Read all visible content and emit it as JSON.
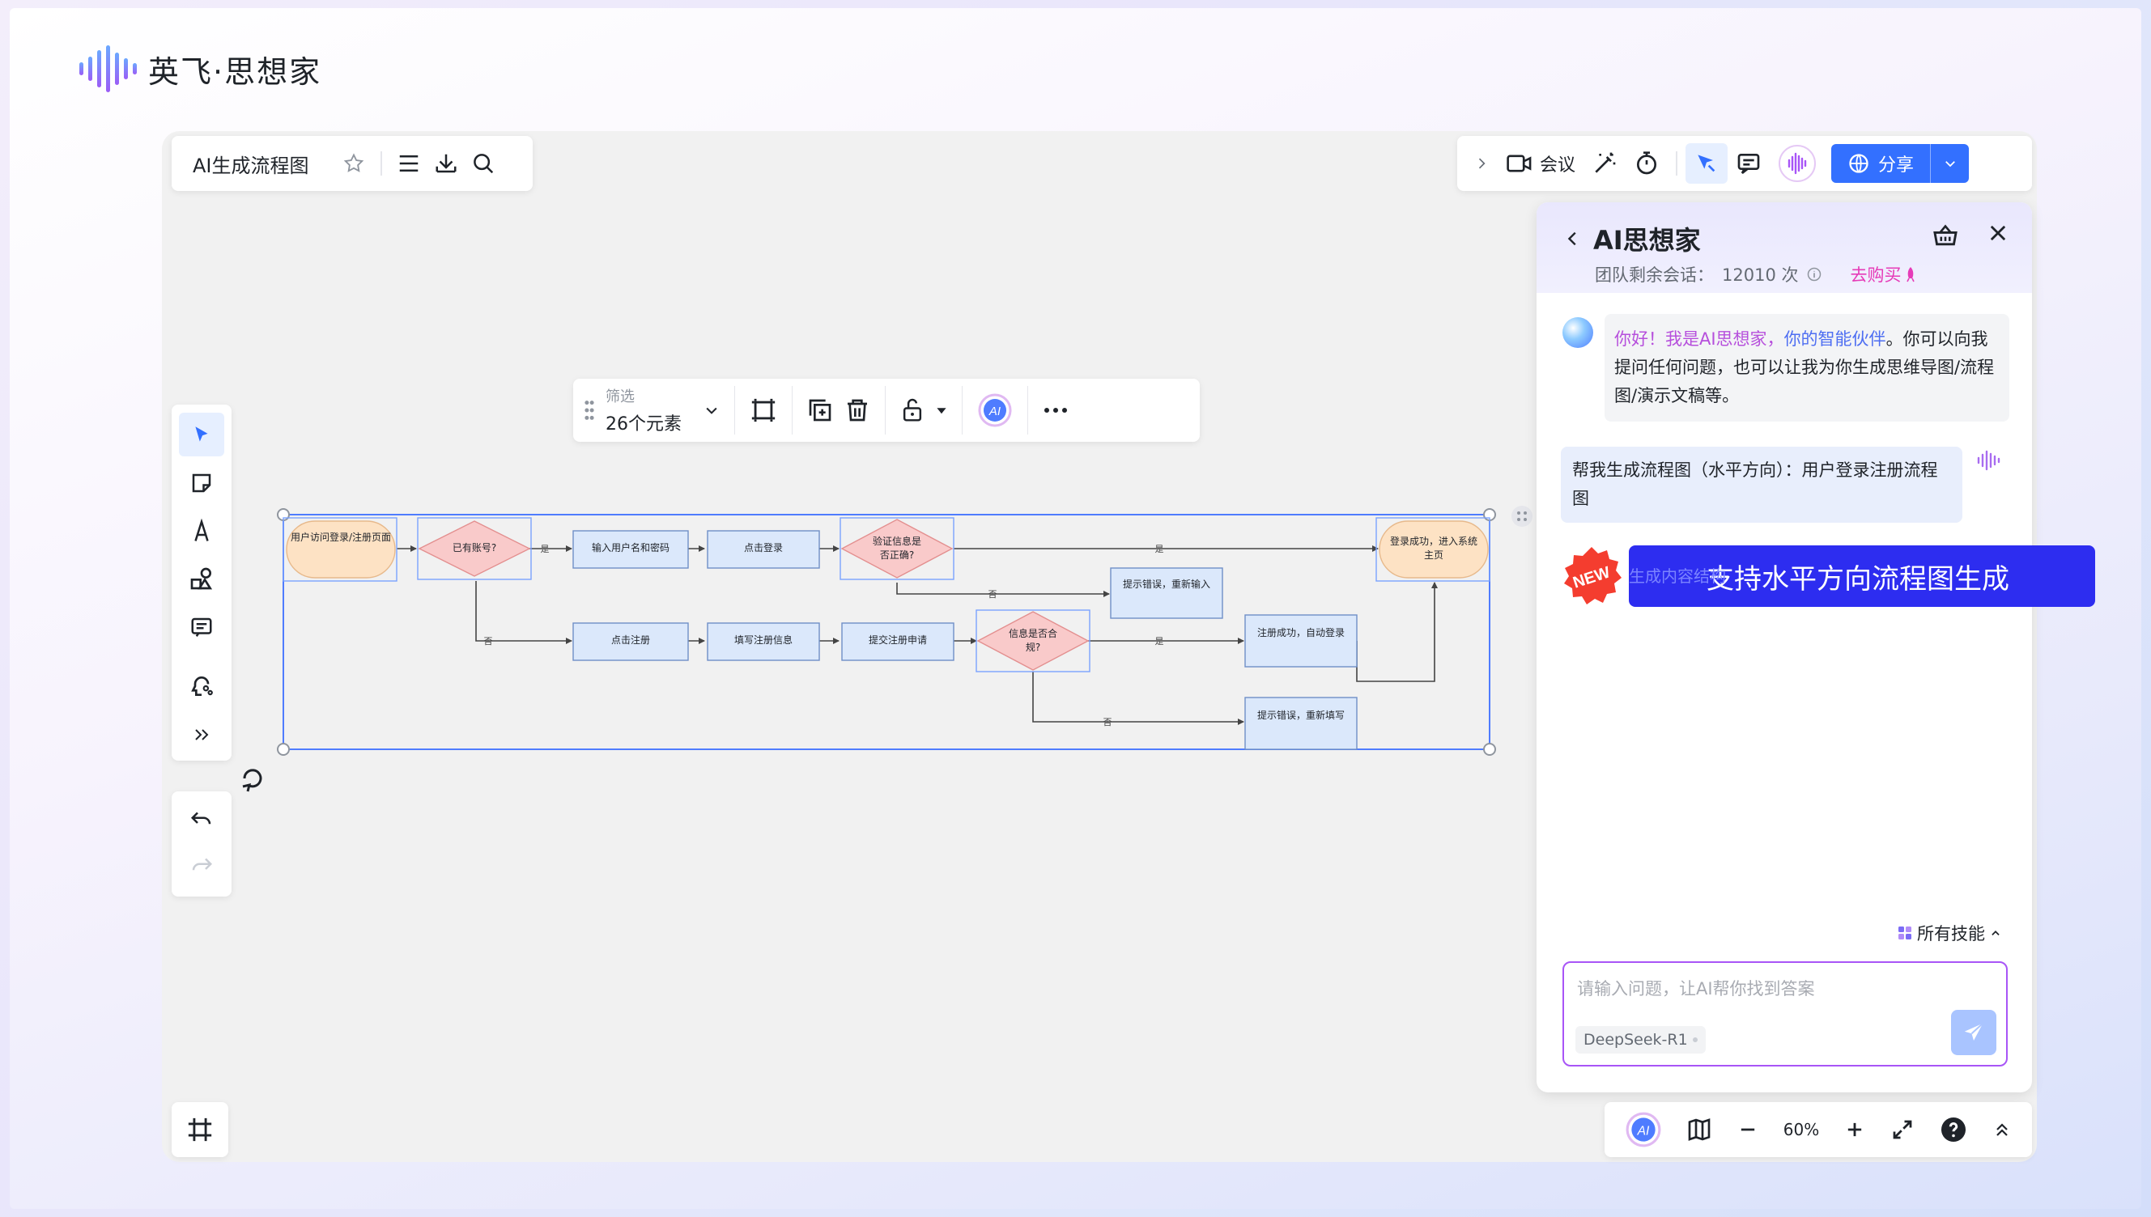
{
  "brand": {
    "name": "英飞·思想家"
  },
  "doc_toolbar": {
    "title": "AI生成流程图"
  },
  "right_toolbar": {
    "meeting": "会议",
    "share": "分享"
  },
  "selection_toolbar": {
    "filter_label": "筛选",
    "filter_value": "26个元素"
  },
  "flowchart": {
    "nodes": [
      {
        "id": "start",
        "text": "用户访问登录/注册页面"
      },
      {
        "id": "has_account",
        "text": "已有账号?"
      },
      {
        "id": "input_credentials",
        "text": "输入用户名和密码"
      },
      {
        "id": "click_login",
        "text": "点击登录"
      },
      {
        "id": "verify",
        "text": "验证信息是否正确?"
      },
      {
        "id": "login_success",
        "text": "登录成功，进入系统主页"
      },
      {
        "id": "error_reenter",
        "text": "提示错误，重新输入"
      },
      {
        "id": "click_register",
        "text": "点击注册"
      },
      {
        "id": "fill_register",
        "text": "填写注册信息"
      },
      {
        "id": "submit_register",
        "text": "提交注册申请"
      },
      {
        "id": "info_valid",
        "text": "信息是否合规?"
      },
      {
        "id": "register_success",
        "text": "注册成功，自动登录"
      },
      {
        "id": "error_refill",
        "text": "提示错误，重新填写"
      }
    ],
    "edge_labels": {
      "yes": "是",
      "no": "否"
    }
  },
  "ai_panel": {
    "title": "AI思想家",
    "remaining_label": "团队剩余会话：",
    "remaining_count": "12010 次",
    "buy": "去购买",
    "greeting_hl1": "你好！我是AI思想家，",
    "greeting_hl2": "你的智能伙伴",
    "greeting_rest": "。你可以向我提问任何问题，也可以让我为你生成思维导图/流程图/演示文稿等。",
    "user_message": "帮我生成流程图（水平方向）：用户登录注册流程图",
    "skills": "所有技能",
    "input_placeholder": "请输入问题，让AI帮你找到答案",
    "model": "DeepSeek-R1"
  },
  "banner": {
    "badge": "NEW",
    "ghost_text": "生成内容结构",
    "text": "支持水平方向流程图生成"
  },
  "bottom_bar": {
    "zoom": "60%"
  },
  "colors": {
    "accent": "#3370ff",
    "terminal_fill": "#fde2c4",
    "decision_fill": "#f9caca",
    "process_fill": "#dbe8fb",
    "banner": "#2d2df0"
  }
}
